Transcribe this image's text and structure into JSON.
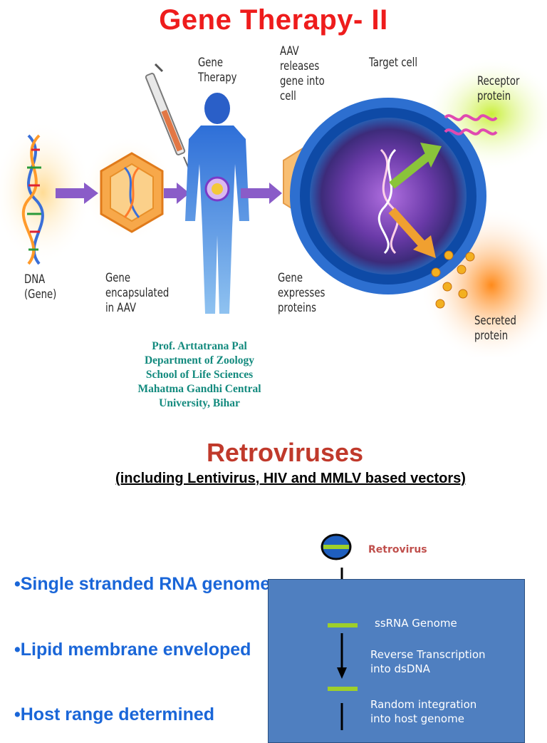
{
  "title": "Gene Therapy- II",
  "figure": {
    "labels": {
      "dna": "DNA\n(Gene)",
      "encapsulated": "Gene\nencapsulated\nin AAV",
      "gene_therapy": "Gene\nTherapy",
      "aav_releases": "AAV\nreleases\ngene into\ncell",
      "target_cell": "Target cell",
      "receptor_protein": "Receptor\nprotein",
      "gene_expresses": "Gene\nexpresses\nproteins",
      "secreted_protein": "Secreted\nprotein"
    }
  },
  "credits": {
    "line1": "Prof. Arttatrana Pal",
    "line2": "Department of Zoology",
    "line3": "School of Life Sciences",
    "line4": "Mahatma Gandhi Central",
    "line5": "University, Bihar"
  },
  "section": {
    "title": "Retroviruses",
    "subtitle": "(including Lentivirus, HIV and MMLV based vectors)"
  },
  "bullets": [
    "•Single stranded RNA genome",
    "•Lipid membrane enveloped",
    "•Host range determined"
  ],
  "flow": {
    "virus_label": "Retrovirus",
    "step1": "ssRNA Genome",
    "step2": "Reverse Transcription\ninto dsDNA",
    "step3": "Random integration\ninto host genome"
  },
  "colors": {
    "title": "#ee1c1c",
    "credits": "#138a7e",
    "section_title": "#c0392b",
    "bullets": "#1a66d8",
    "flow_box": "#4f7fc0",
    "genome_bar": "#9ecf2a"
  }
}
